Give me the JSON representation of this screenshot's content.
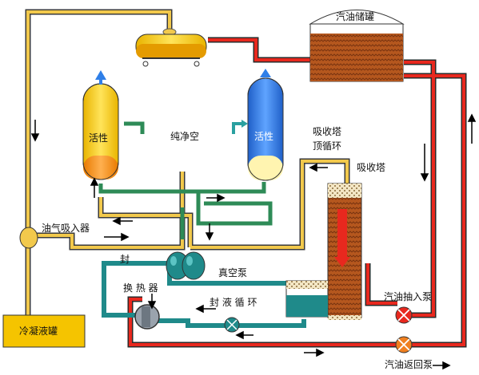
{
  "labels": {
    "storage_tank": "汽油储罐",
    "activated_left": "活性",
    "activated_right": "活性",
    "pure_air": "纯净空",
    "absorber_top_cycle_1": "吸收塔",
    "absorber_top_cycle_2": "顶循环",
    "absorber": "吸收塔",
    "vapor_intake": "油气吸入器",
    "seal": "封",
    "vacuum_pump": "真空泵",
    "heat_exchanger": "换 热 器",
    "seal_liquid_cycle": "封 液 循 环",
    "condensate_tank": "冷凝液罐",
    "gasoline_extract_pump": "汽油抽入泵",
    "gasoline_return_pump": "汽油返回泵"
  },
  "colors": {
    "red_line": "#e8281e",
    "yellow_line": "#f2c94c",
    "green_line": "#2e8b57",
    "teal_line": "#1f8a8a",
    "gasoline": "#b5571e",
    "vessel_yellow": "#ffd21f",
    "vessel_blue": "#2f7fe8",
    "pump_red": "#e8281e",
    "pump_orange": "#f08020"
  },
  "icons": {
    "pump_symbol": "cross-in-circle-icon",
    "flow_arrow": "arrow-icon"
  }
}
